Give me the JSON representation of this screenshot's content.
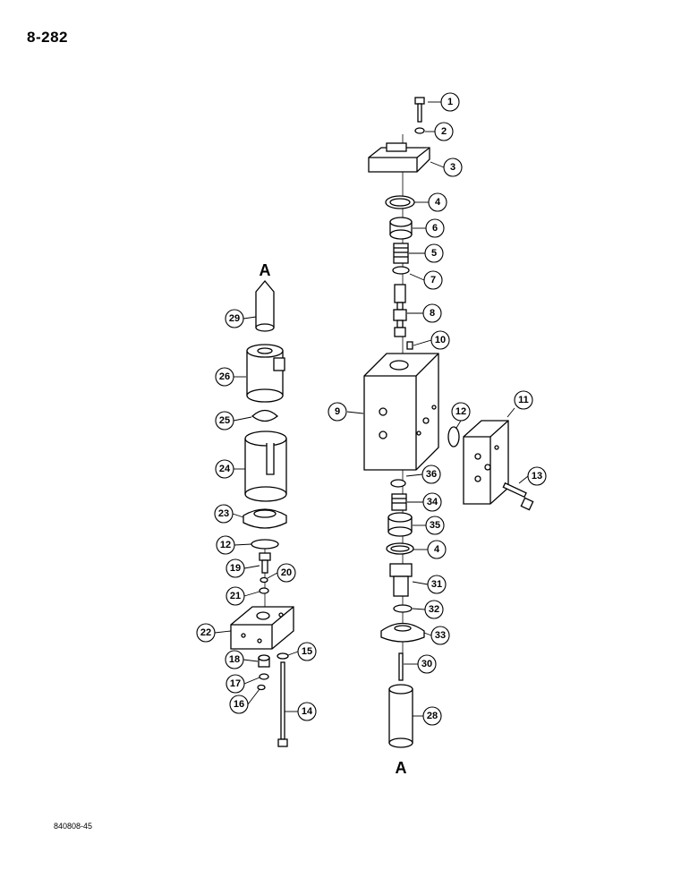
{
  "page_number": "8-282",
  "figure_id": "840808-45",
  "reference_letter": "A",
  "callouts": [
    "1",
    "2",
    "3",
    "4",
    "6",
    "5",
    "7",
    "8",
    "10",
    "9",
    "12",
    "11",
    "13",
    "36",
    "34",
    "35",
    "4",
    "31",
    "32",
    "33",
    "30",
    "28",
    "29",
    "26",
    "25",
    "24",
    "23",
    "12",
    "19",
    "20",
    "21",
    "22",
    "15",
    "18",
    "17",
    "16",
    "14"
  ]
}
